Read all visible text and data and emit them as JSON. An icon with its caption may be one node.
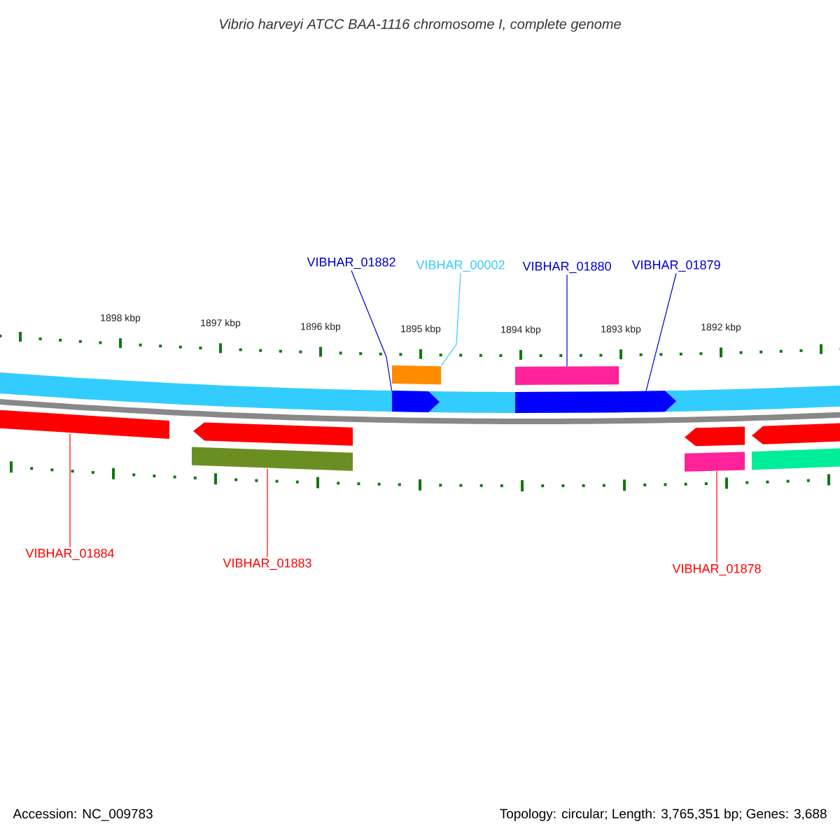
{
  "diagram": {
    "title": "Vibrio harveyi ATCC BAA-1116 chromosome I, complete genome",
    "nodes": [
      {
        "text": [
          "VIBHAR_01882"
        ]
      },
      {
        "text": [
          "VIBHAR_00002"
        ]
      },
      {
        "text": [
          "VIBHAR_01880"
        ]
      },
      {
        "text": [
          "VIBHAR_01879"
        ]
      },
      {
        "text": [
          "VIBHAR_01884"
        ]
      },
      {
        "text": [
          "VIBHAR_01883"
        ]
      },
      {
        "text": [
          "VIBHAR_01878"
        ]
      },
      {
        "text": [],
        "shape": "arrow"
      },
      {
        "text": [],
        "shape": "bar"
      },
      {
        "text": [],
        "shape": "bar"
      },
      {
        "text": [],
        "shape": "arrow"
      },
      {
        "text": [],
        "shape": "bar"
      },
      {
        "text": [],
        "shape": "bar"
      },
      {
        "text": [],
        "shape": "bar"
      }
    ],
    "edges": [
      {
        "from": 0,
        "to": 7,
        "arrow": "none",
        "color": "#0000cc"
      },
      {
        "from": 1,
        "to": 8,
        "arrow": "none",
        "color": "#33ccff"
      },
      {
        "from": 2,
        "to": 9,
        "arrow": "none",
        "color": "#0000cc"
      },
      {
        "from": 3,
        "to": 10,
        "arrow": "none",
        "color": "#0000cc"
      },
      {
        "from": 4,
        "to": 11,
        "arrow": "none",
        "color": "#ff0000"
      },
      {
        "from": 5,
        "to": 12,
        "arrow": "none",
        "color": "#ff0000"
      },
      {
        "from": 6,
        "to": 13,
        "arrow": "none",
        "color": "#ff0000"
      }
    ],
    "labels": [
      "1898 kbp",
      "1897 kbp",
      "1896 kbp",
      "1895 kbp",
      "1894 kbp",
      "1893 kbp",
      "1892 kbp",
      "Accession: NC_009783",
      "Topology: circular; Length: 3,765,351 bp; Genes: 3,688"
    ]
  }
}
